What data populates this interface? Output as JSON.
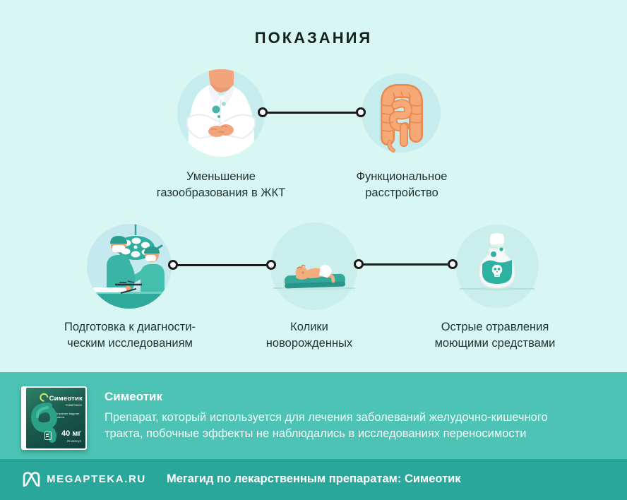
{
  "page": {
    "title": "ПОКАЗАНИЯ"
  },
  "indications": {
    "items": [
      {
        "icon": "person-holding-stomach",
        "label": "Уменьшение\nгазообразования в ЖКТ"
      },
      {
        "icon": "intestines",
        "label": "Функциональное\nрасстройство"
      },
      {
        "icon": "surgery-room",
        "label": "Подготовка к диагности-\nческим исследованиям"
      },
      {
        "icon": "newborn-baby",
        "label": "Колики\nноворожденных"
      },
      {
        "icon": "poison-bottle",
        "label": "Острые отравления\nмоющими средствами"
      }
    ]
  },
  "product_banner": {
    "name": "Симеотик",
    "description": "Препарат, который используется для лечения заболеваний желудочно-кишечного\nтракта, побочные эффекты не наблюдались в исследованиях переносимости",
    "package": {
      "brand": "Симеотик",
      "ingredient": "Симетикон",
      "claim": "Устраняет вздутие\nживота",
      "dose": "40 мг",
      "quantity": "25 капсул"
    }
  },
  "footer": {
    "brand": "MEGAPTEKA.RU",
    "tagline": "Мегагид по лекарственным препаратам: Симеотик"
  },
  "colors": {
    "background": "#d8f7f2",
    "circle_fill": "#c7ecee",
    "banner": "#4cc3b5",
    "footer": "#29a79a",
    "accent_teal": "#2fae9f",
    "intestine_orange": "#f6a877",
    "text_dark": "#22323a",
    "text_light": "#ffffff"
  }
}
